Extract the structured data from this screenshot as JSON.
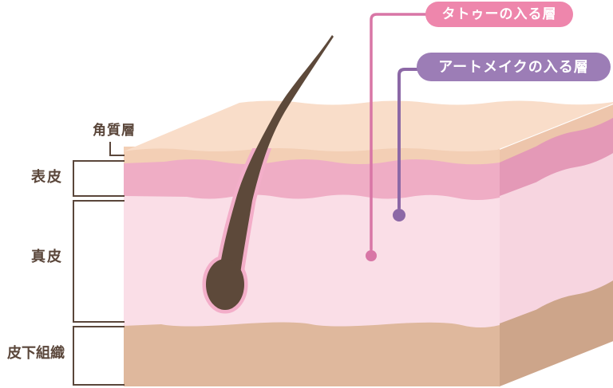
{
  "page": {
    "background": "#ffffff"
  },
  "labels": {
    "stratum_corneum": "角質層",
    "epidermis": "表皮",
    "dermis": "真皮",
    "subcutaneous": "皮下組織"
  },
  "callouts": {
    "tattoo": {
      "label": "タトゥーの入る層",
      "badge_color": "#ee86ac",
      "line_color": "#d876a6"
    },
    "art_makeup": {
      "label": "アートメイクの入る層",
      "badge_color": "#9c7db6",
      "line_color": "#8c68a6"
    }
  },
  "colors": {
    "skin_top_face": "#f9ddc9",
    "stratum_corneum_front": "#f3cfb5",
    "epidermis_front": "#efadc5",
    "dermis_front": "#fadee7",
    "subcutaneous_front": "#dfb89d",
    "stratum_corneum_side": "#edc5ab",
    "epidermis_side": "#e499b7",
    "dermis_side": "#f7d5e0",
    "subcutaneous_side": "#cda58a",
    "hair": "#5d493a",
    "follicle_sheath": "#f3aec9",
    "bracket_and_text": "#5a463a",
    "tattoo_marker": "#d876a6",
    "art_makeup_marker": "#8c68a6"
  }
}
